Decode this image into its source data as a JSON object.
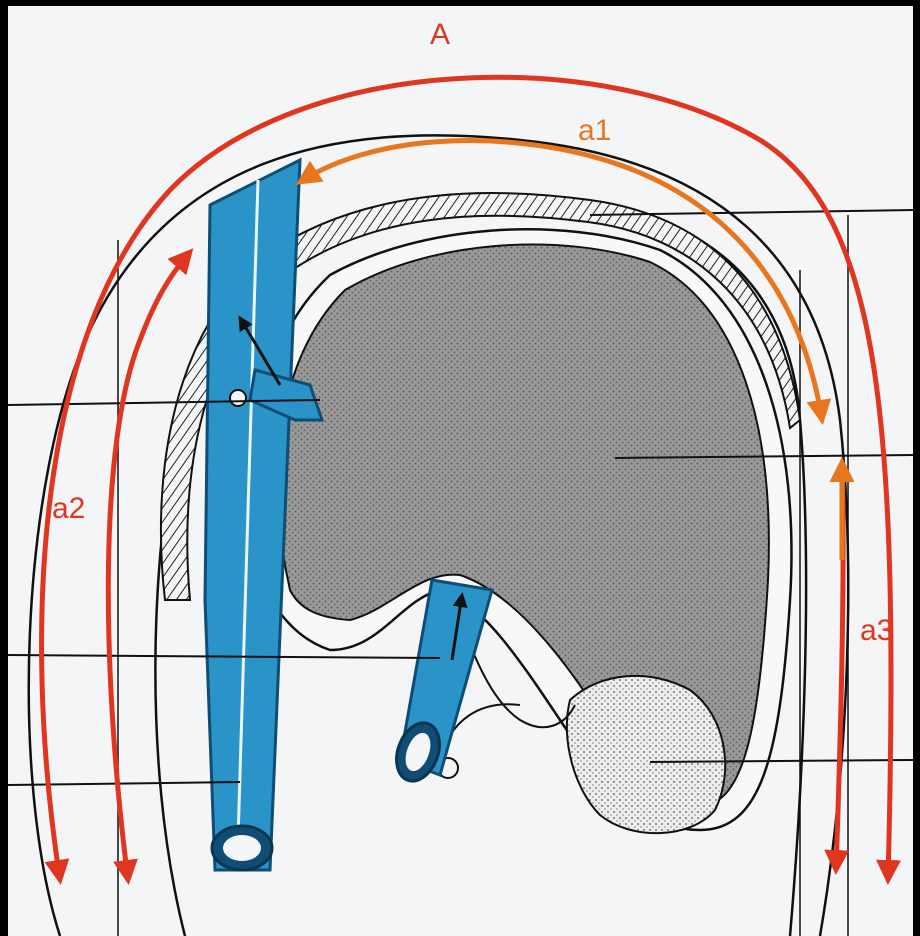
{
  "labels": {
    "A": "A",
    "a1": "a1",
    "a2": "a2",
    "a3": "a3"
  },
  "colors": {
    "background_frame": "#000000",
    "paper": "#f3f5f6",
    "arrow_red": "#e0361f",
    "arrow_orange": "#e8761f",
    "vessel_blue": "#2a93c8",
    "vessel_dark": "#0f4d74",
    "organ_gray": "#8a8a8a",
    "ink": "#111111"
  }
}
